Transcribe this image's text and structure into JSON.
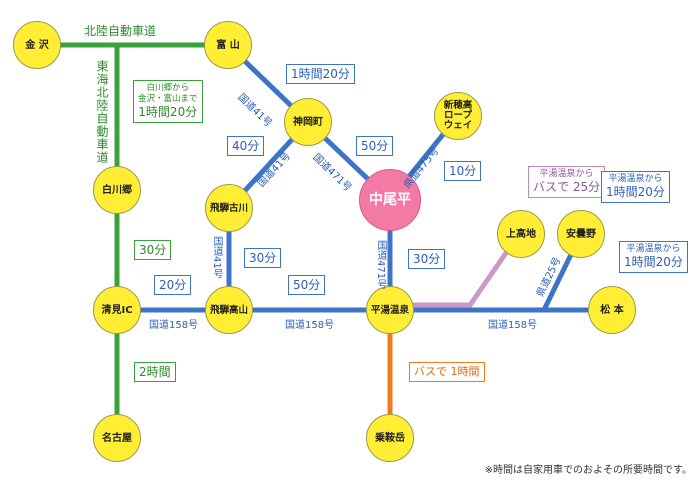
{
  "nodes": {
    "kanazawa": "金 沢",
    "toyama": "富 山",
    "kamioka": "神岡町",
    "shinhotaka": "新穂高\nロープ\nウェイ",
    "shirakawa": "白川郷",
    "hida_furukawa": "飛騨古川",
    "nakaoten": "中尾平",
    "kamikochi": "上高地",
    "azumino": "安曇野",
    "kiyomi_ic": "清見IC",
    "hida_takayama": "飛騨高山",
    "hirayu": "平湯温泉",
    "matsumoto": "松 本",
    "nagoya": "名古屋",
    "norikura": "乗鞍岳"
  },
  "routes": {
    "hokuriku_expressway": "北陸自動車道",
    "tokai_hokuriku_expressway": "東海北陸自動車道",
    "r41_toyama": "国道41号",
    "r41_kamioka": "国道41号",
    "r41_takayama": "国道41号",
    "r471_kamioka": "国道471号",
    "r471_hirayu": "国道471号",
    "r475": "県道475号",
    "r158_kiyomi": "国道158号",
    "r158_takayama": "国道158号",
    "r158_matsumoto": "国道158号",
    "r25": "県道25号"
  },
  "times": {
    "toyama_kamioka": "1時間20分",
    "kamioka_furukawa": "40分",
    "kamioka_nakaoten": "50分",
    "nakaoten_shinhotaka": "10分",
    "shirakawa_kiyomi": "30分",
    "furukawa_takayama": "30分",
    "kiyomi_takayama": "20分",
    "takayama_hirayu": "50分",
    "nakaoten_hirayu": "30分",
    "kiyomi_nagoya": "2時間",
    "hirayu_norikura": "バスで 1時間"
  },
  "notes": {
    "kanazawa_from": "白川郷から",
    "kanazawa_dest": "金沢・富山まで",
    "kanazawa_time": "1時間20分",
    "kamikochi_from": "平湯温泉から",
    "kamikochi_time": "バスで 25分",
    "azumino_from": "平湯温泉から",
    "azumino_time": "1時間20分",
    "matsumoto_from": "平湯温泉から",
    "matsumoto_time": "1時間20分"
  },
  "footnote": "※時間は自家用車でのおよその所要時間です。",
  "colors": {
    "national_road": "#3d74c7",
    "expressway": "#3aa23a",
    "bus": "#f07a1c",
    "bus_kamikochi": "#c79ac7",
    "node_fill": "#ffee33",
    "destination": "#f27aa4"
  }
}
